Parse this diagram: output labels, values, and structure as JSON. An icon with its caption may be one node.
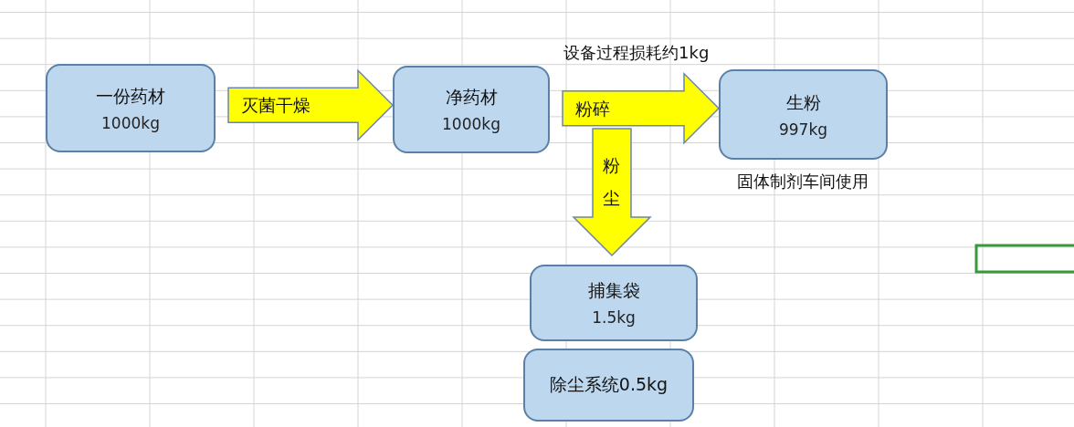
{
  "diagram": {
    "nodes": [
      {
        "text": [
          "一份药材",
          "1000kg"
        ]
      },
      {
        "text": [
          "净药材",
          "1000kg"
        ]
      },
      {
        "text": [
          "生粉",
          "997kg"
        ],
        "beside": [
          "设备过程损耗约1kg",
          "固体制剂车间使用"
        ]
      },
      {
        "text": [
          "捕集袋",
          "1.5kg"
        ]
      },
      {
        "text": [
          "除尘系统0.5kg"
        ]
      }
    ],
    "edges": [
      {
        "from": 0,
        "to": 1,
        "arrow": "to",
        "label": "灭菌干燥"
      },
      {
        "from": 1,
        "to": 2,
        "arrow": "to",
        "label": "粉碎"
      },
      {
        "from": 1,
        "to": 3,
        "arrow": "to",
        "label": "粉尘"
      }
    ]
  }
}
